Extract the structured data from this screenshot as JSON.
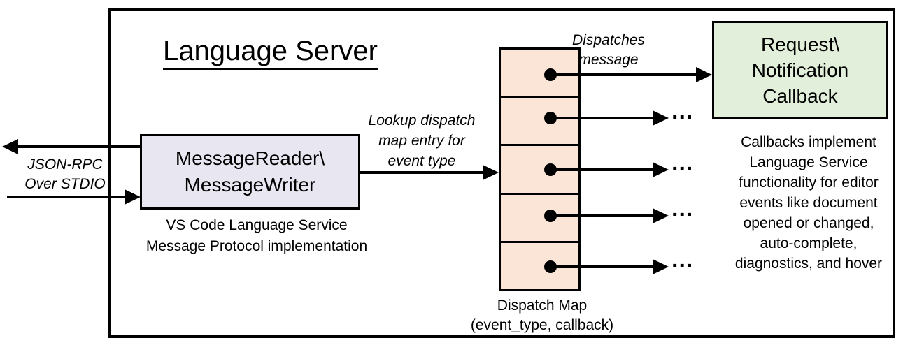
{
  "title": "Language Server",
  "stdio_label": {
    "line1": "JSON-RPC",
    "line2": "Over STDIO"
  },
  "reader_box": {
    "line1": "MessageReader\\",
    "line2": "MessageWriter"
  },
  "reader_caption": {
    "line1": "VS Code Language Service",
    "line2": "Message Protocol implementation"
  },
  "lookup_label": {
    "line1": "Lookup dispatch",
    "line2": "map entry for",
    "line3": "event type"
  },
  "dispatches_label": {
    "line1": "Dispatches",
    "line2": "message"
  },
  "dispatch_map": {
    "entry_count": 5,
    "caption_line1": "Dispatch Map",
    "caption_line2": "(event_type, callback)"
  },
  "callback_box": {
    "line1": "Request\\",
    "line2": "Notification",
    "line3": "Callback"
  },
  "callbacks_note": {
    "line1": "Callbacks implement",
    "line2": "Language Service",
    "line3": "functionality for editor",
    "line4": "events like document",
    "line5": "opened or changed,",
    "line6": "auto-complete,",
    "line7": "diagnostics, and hover"
  },
  "more_indicator": "...",
  "colors": {
    "outline": "#000000",
    "reader_box_fill": "#e8e6f0",
    "dispatch_map_fill": "#fbe5d6",
    "callback_box_fill": "#e2efda",
    "background": "#ffffff"
  }
}
